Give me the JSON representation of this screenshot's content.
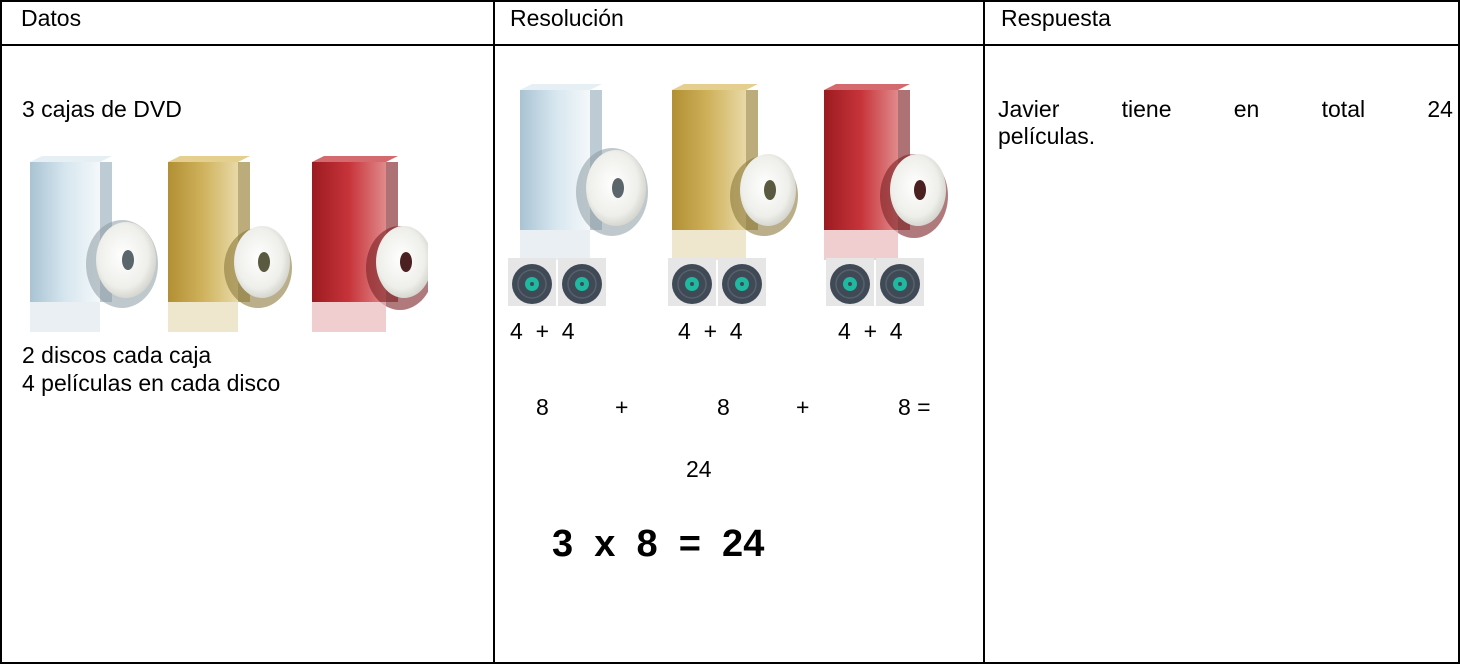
{
  "headers": {
    "datos": "Datos",
    "resolucion": "Resolución",
    "respuesta": "Respuesta"
  },
  "datos": {
    "line1": "3 cajas de DVD",
    "line2": "2 discos cada caja",
    "line3": "4 películas en cada disco"
  },
  "resolucion": {
    "sums": [
      "4  +  4",
      "4  +  4",
      "4  +  4"
    ],
    "eights": [
      "8",
      "+",
      "8",
      "+",
      "8 ="
    ],
    "total": "24",
    "multiplication": "3  x  8  =  24"
  },
  "respuesta": {
    "words": [
      "Javier",
      "tiene",
      "en",
      "total",
      "24"
    ],
    "line2": "películas."
  },
  "colors": {
    "box_blue": "#c9dde8",
    "box_gold": "#c9a94a",
    "box_red": "#c0272d",
    "disc_dark": "#3f4a56",
    "disc_center": "#1fb8a0"
  }
}
